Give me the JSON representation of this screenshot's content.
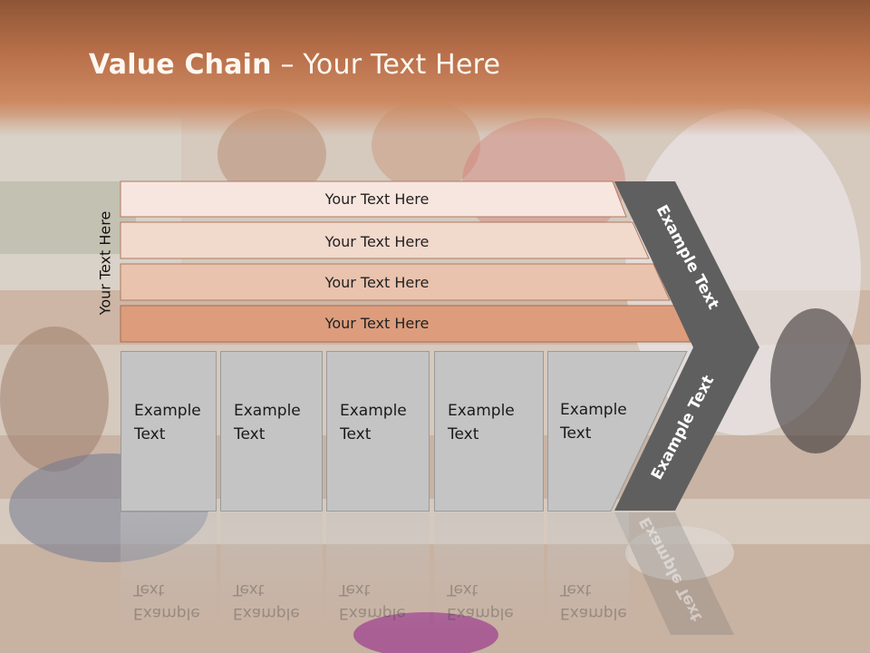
{
  "slide": {
    "title_bold": "Value Chain",
    "title_rest": " – Your Text Here",
    "side_label": "Your Text Here"
  },
  "bars": [
    {
      "label": "Your Text Here",
      "color": "#f7e6df"
    },
    {
      "label": "Your Text Here",
      "color": "#f1d9cc"
    },
    {
      "label": "Your Text Here",
      "color": "#e9c3ad"
    },
    {
      "label": "Your Text Here",
      "color": "#dd9d7d"
    }
  ],
  "arrow": {
    "upper_label": "Example Text",
    "lower_label": "Example Text",
    "color": "#5f5f5f"
  },
  "boxes": [
    {
      "label": "Example Text"
    },
    {
      "label": "Example Text"
    },
    {
      "label": "Example Text"
    },
    {
      "label": "Example Text"
    },
    {
      "label": "Example Text"
    }
  ],
  "colors": {
    "header": "#b9704a",
    "box_fill": "#c4c4c4"
  }
}
